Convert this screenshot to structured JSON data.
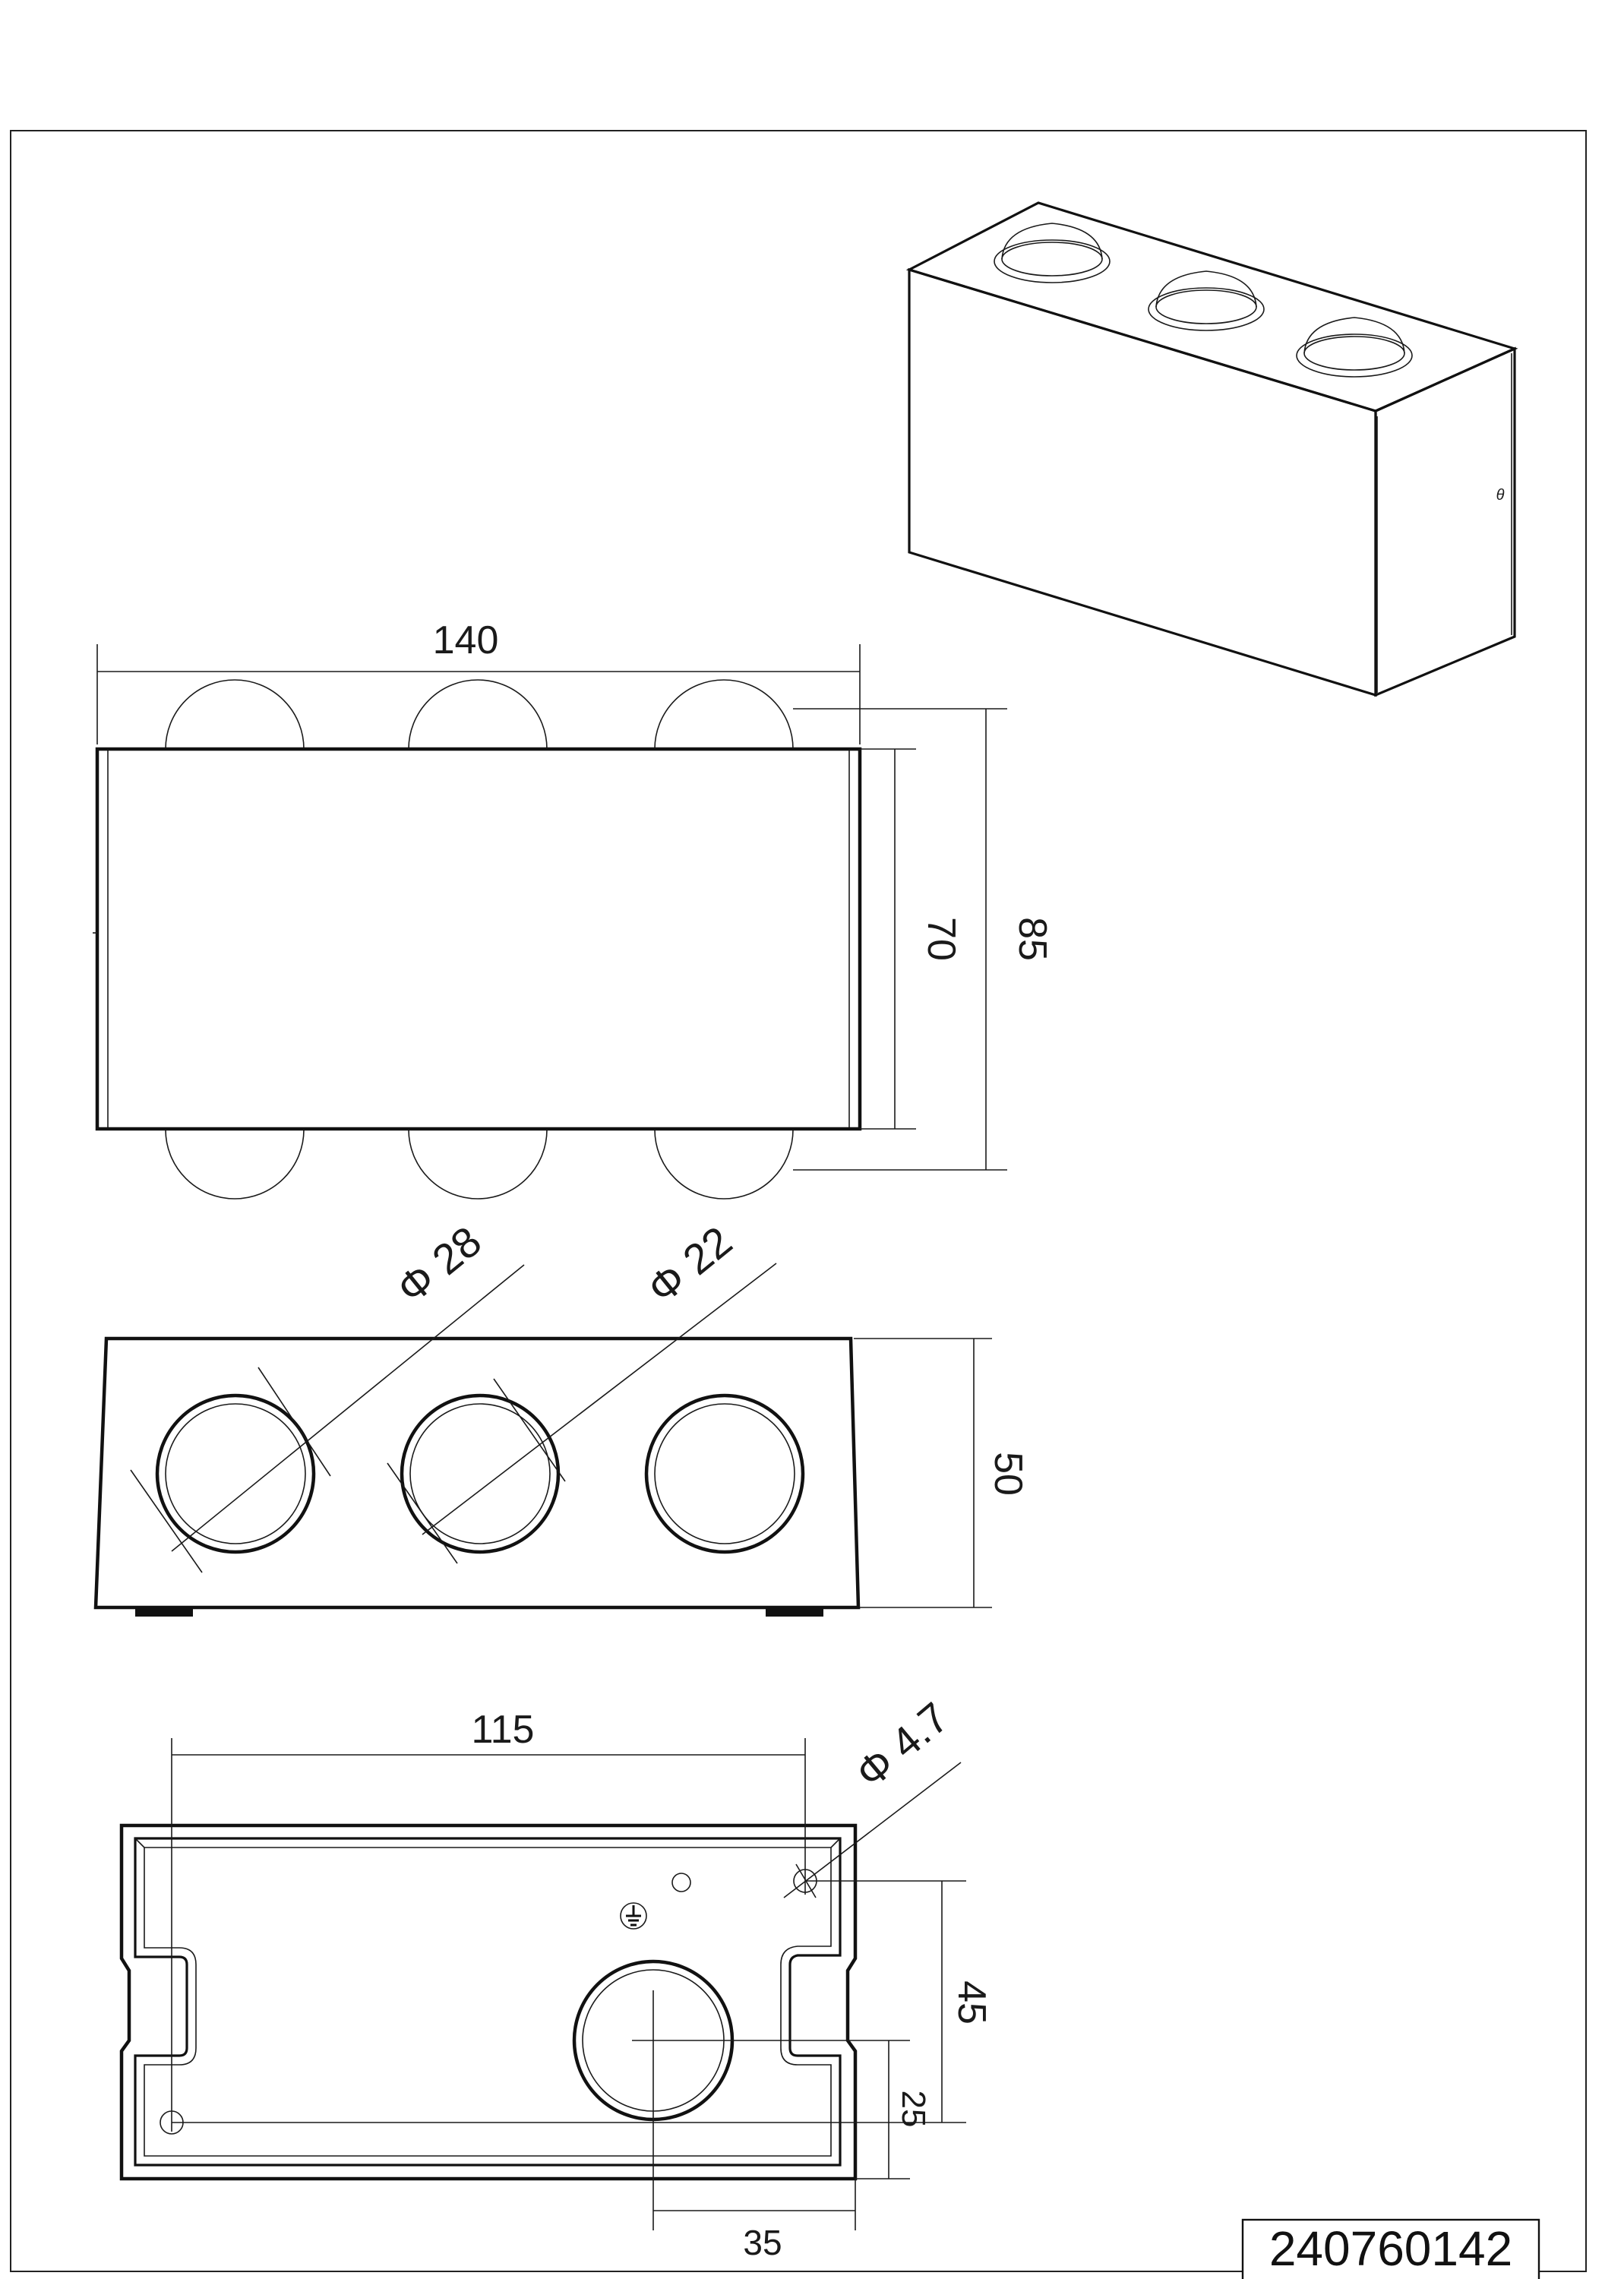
{
  "drawing": {
    "part_number": "240760142",
    "isometric": {
      "side_mark": "θ"
    },
    "front_view": {
      "width_label": "140",
      "body_height_label": "70",
      "total_height_label": "85"
    },
    "side_view": {
      "diameter_large_label": "Φ 28",
      "diameter_small_label": "Φ 22",
      "height_label": "50"
    },
    "back_view": {
      "hole_spacing_label": "115",
      "hole_diameter_label": "Φ 4.7",
      "vertical_spacing_label": "45",
      "cable_offset_v_label": "25",
      "cable_offset_h_label": "35"
    }
  }
}
